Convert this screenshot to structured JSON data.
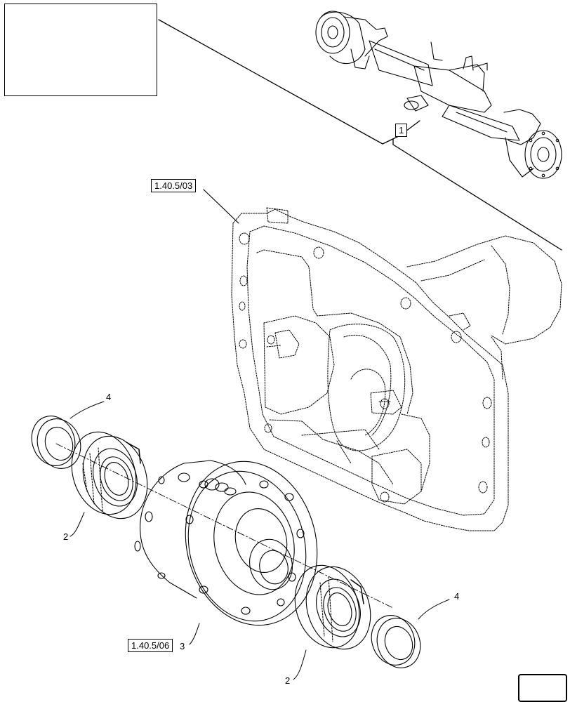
{
  "references": {
    "assembly_ref": "1",
    "housing_ref": "1.40.5/03",
    "differential_ref": "1.40.5/06"
  },
  "callouts": {
    "seal_upper": "4",
    "seal_lower": "4",
    "bearing_upper": "2",
    "bearing_lower": "2",
    "differential": "3"
  },
  "colors": {
    "line": "#000000",
    "background": "#ffffff",
    "thumbnail_fill": "#1a1a1a"
  },
  "icons": {
    "navigation": "arrow-back-icon"
  }
}
